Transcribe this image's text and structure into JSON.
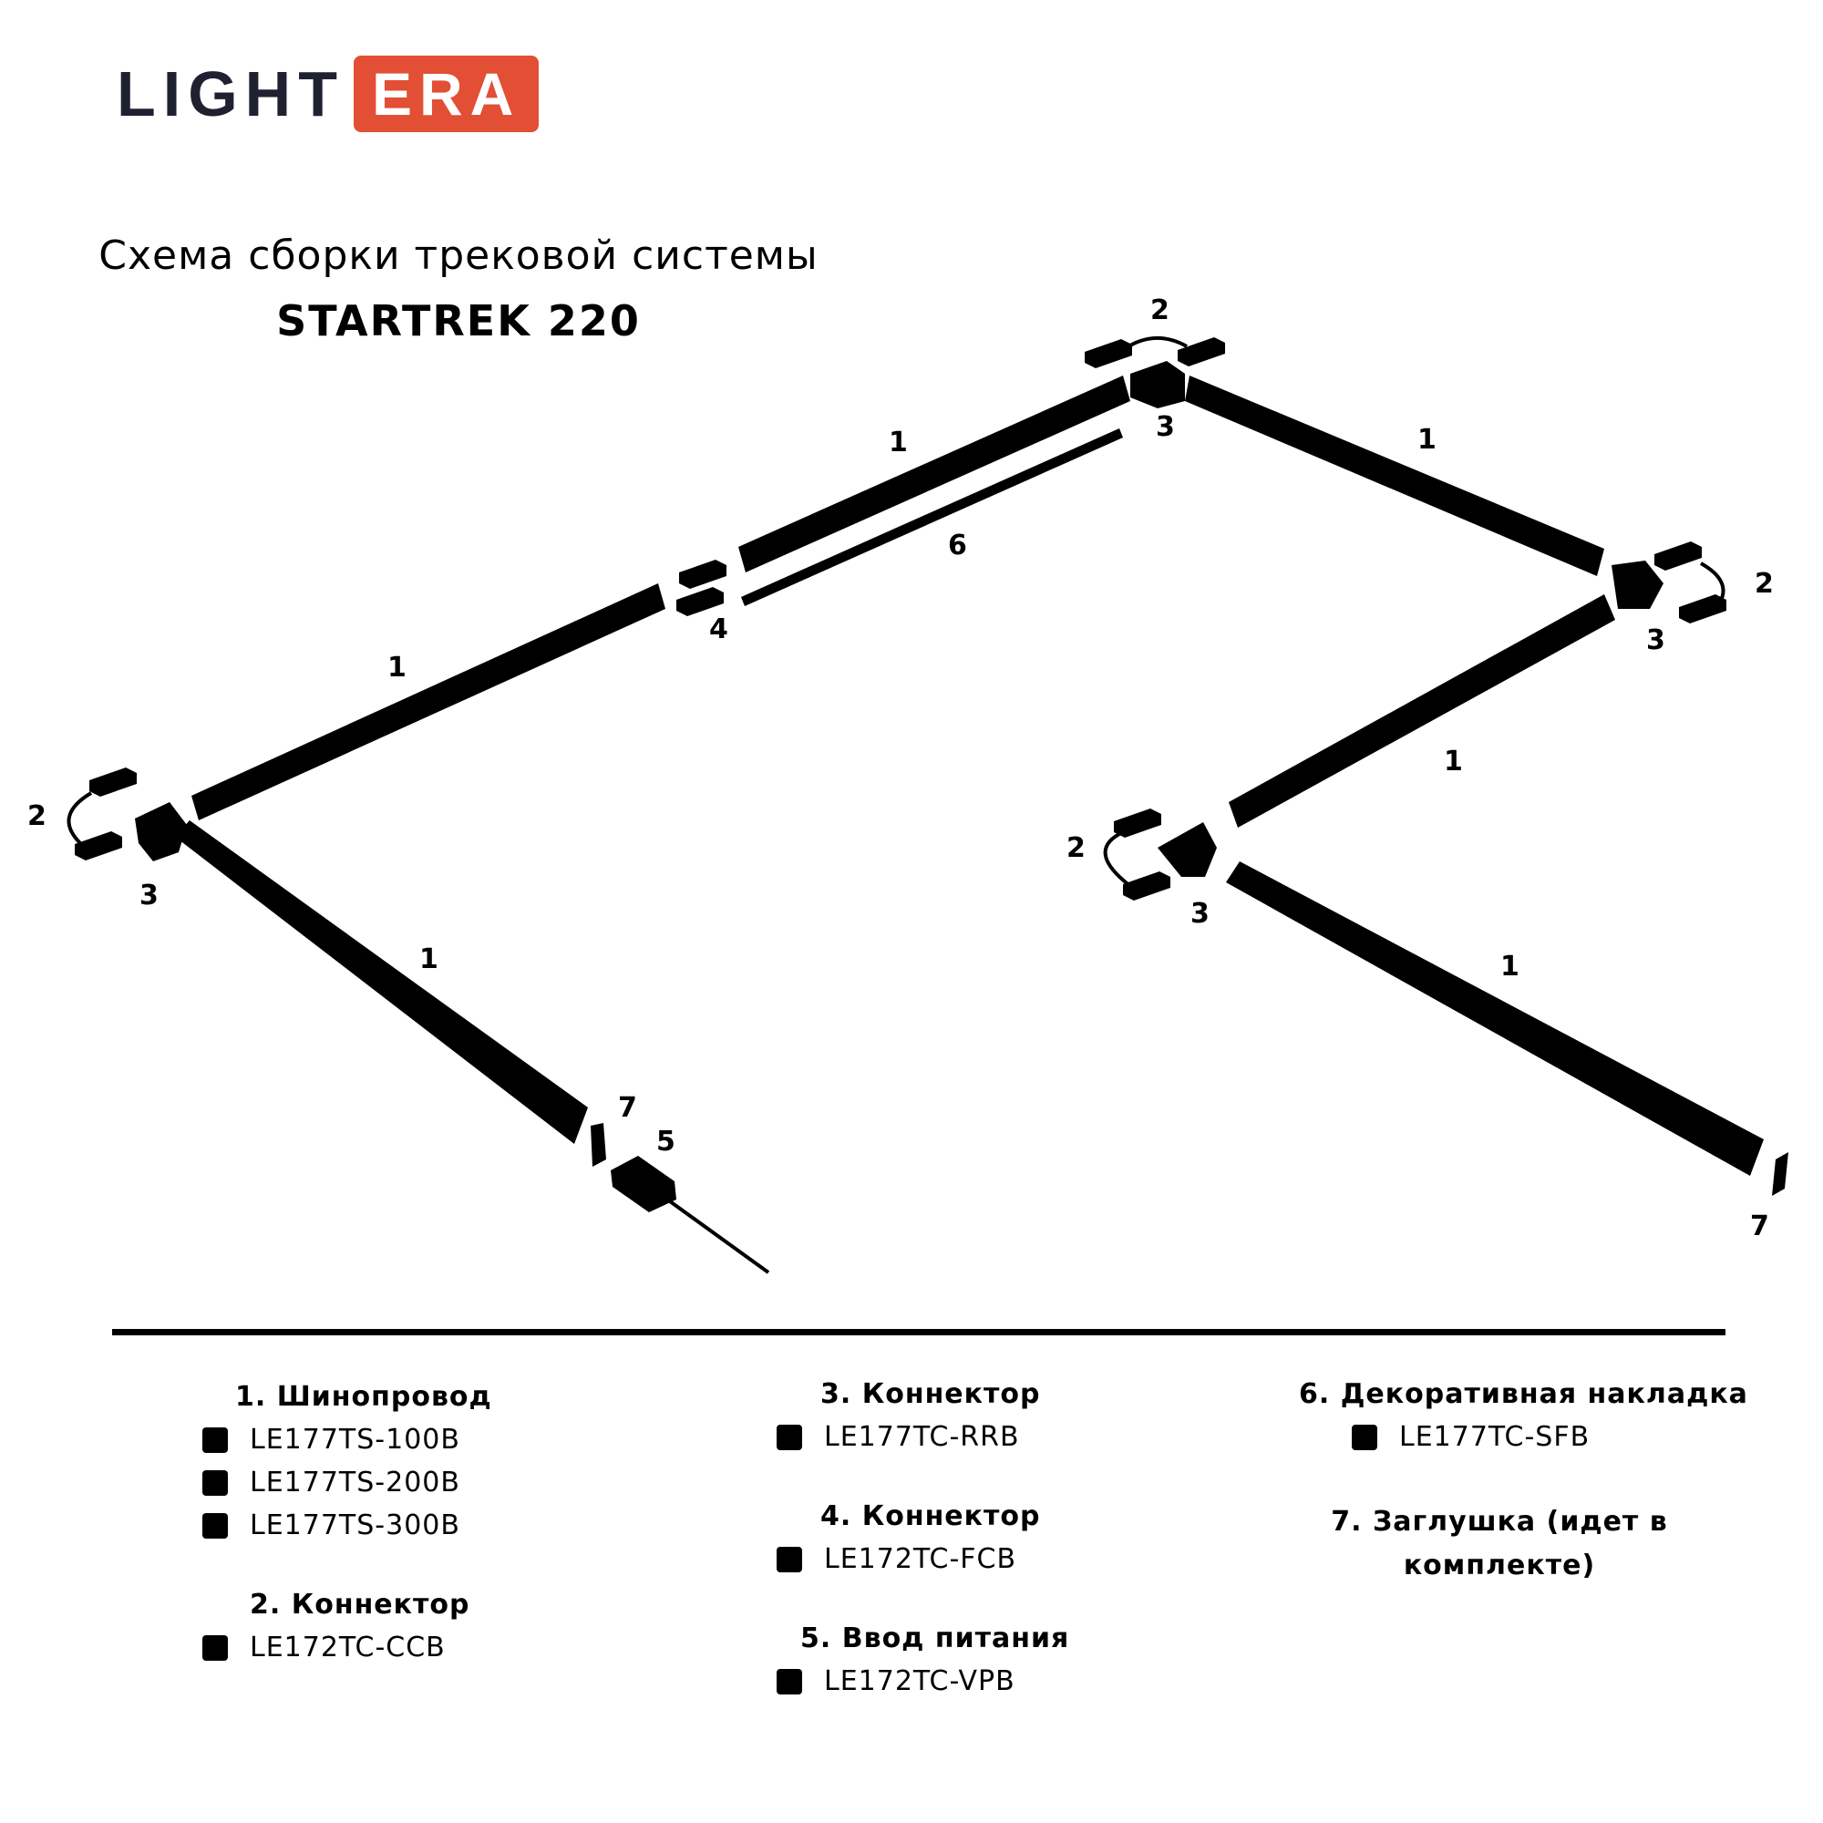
{
  "brand": {
    "part1": "LIGHT",
    "part2": "ERA",
    "accent": "#e24f35",
    "dark": "#1f2131"
  },
  "title": {
    "line1": "Схема сборки трековой системы",
    "line2": "STARTREK 220"
  },
  "callouts": {
    "n1": "1",
    "n2": "2",
    "n3": "3",
    "n4": "4",
    "n5": "5",
    "n6": "6",
    "n7": "7"
  },
  "legend": {
    "g1": {
      "heading": "1. Шинопровод",
      "items": [
        "LE177TS-100B",
        "LE177TS-200B",
        "LE177TS-300B"
      ]
    },
    "g2": {
      "heading": "2. Коннектор",
      "items": [
        "LE172TC-CCB"
      ]
    },
    "g3": {
      "heading": "3. Коннектор",
      "items": [
        "LE177TC-RRB"
      ]
    },
    "g4": {
      "heading": "4. Коннектор",
      "items": [
        "LE172TC-FCB"
      ]
    },
    "g5": {
      "heading": "5. Ввод питания",
      "items": [
        "LE172TC-VPB"
      ]
    },
    "g6": {
      "heading": "6. Декоративная накладка",
      "items": [
        "LE177TC-SFB"
      ]
    },
    "g7": {
      "heading": "7. Заглушка (идет в комплекте)"
    }
  }
}
